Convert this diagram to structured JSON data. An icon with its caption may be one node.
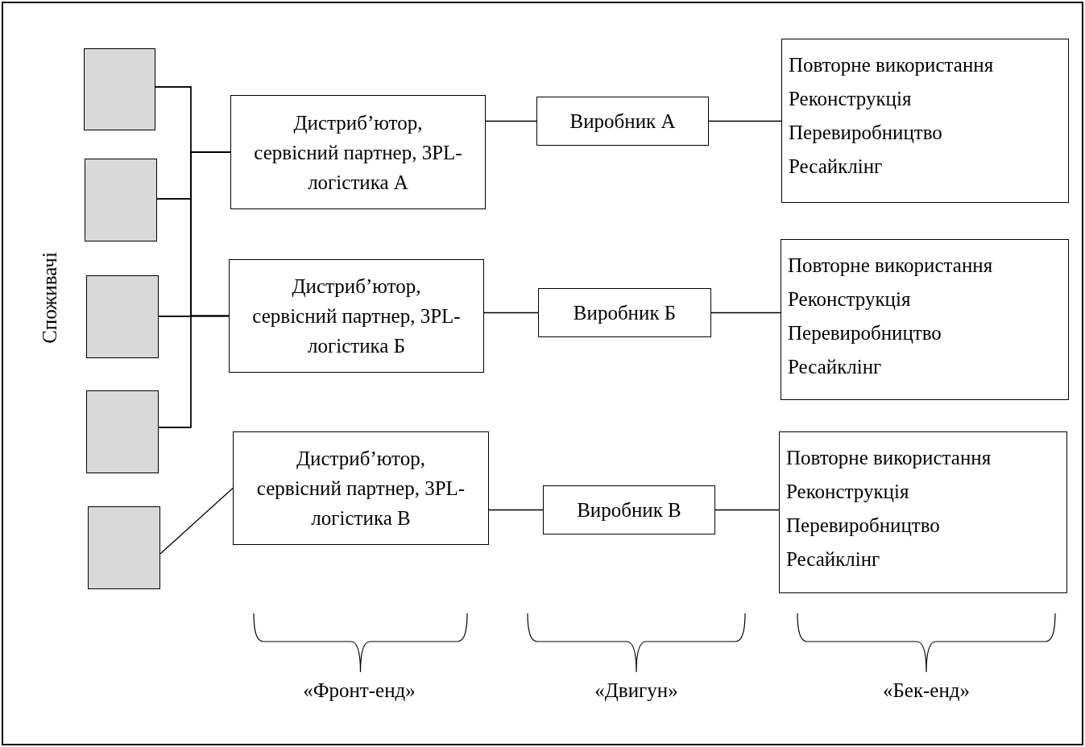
{
  "diagram": {
    "nodes": [
      {
        "text": [],
        "shape": "box"
      },
      {
        "text": [],
        "shape": "box"
      },
      {
        "text": [],
        "shape": "box"
      },
      {
        "text": [],
        "shape": "box"
      },
      {
        "text": [],
        "shape": "box"
      },
      {
        "text": [
          "Дистриб’ютор, сервісний партнер, 3PL-логістика А"
        ]
      },
      {
        "text": [
          "Виробник А"
        ]
      },
      {
        "text": [
          "Повторне використання",
          "Реконструкція",
          "Перевиробництво",
          "Ресайклінг"
        ]
      },
      {
        "text": [
          "Дистриб’ютор, сервісний партнер, 3PL-логістика Б"
        ]
      },
      {
        "text": [
          "Виробник Б"
        ]
      },
      {
        "text": [
          "Повторне використання",
          "Реконструкція",
          "Перевиробництво",
          "Ресайклінг"
        ]
      },
      {
        "text": [
          "Дистриб’ютор, сервісний партнер, 3PL-логістика В"
        ]
      },
      {
        "text": [
          "Виробник В"
        ]
      },
      {
        "text": [
          "Повторне використання",
          "Реконструкція",
          "Перевиробництво",
          "Ресайклінг"
        ]
      }
    ],
    "edges": [
      {
        "from": 0,
        "to": 5,
        "arrow": "none"
      },
      {
        "from": 1,
        "to": 5,
        "arrow": "none"
      },
      {
        "from": 2,
        "to": 5,
        "arrow": "none"
      },
      {
        "from": 3,
        "to": 5,
        "arrow": "none"
      },
      {
        "from": 0,
        "to": 8,
        "arrow": "none"
      },
      {
        "from": 1,
        "to": 8,
        "arrow": "none"
      },
      {
        "from": 2,
        "to": 8,
        "arrow": "none"
      },
      {
        "from": 3,
        "to": 8,
        "arrow": "none"
      },
      {
        "from": 4,
        "to": 11,
        "arrow": "none"
      },
      {
        "from": 5,
        "to": 6,
        "arrow": "none"
      },
      {
        "from": 6,
        "to": 7,
        "arrow": "none"
      },
      {
        "from": 8,
        "to": 9,
        "arrow": "none"
      },
      {
        "from": 9,
        "to": 10,
        "arrow": "none"
      },
      {
        "from": 11,
        "to": 12,
        "arrow": "none"
      },
      {
        "from": 12,
        "to": 13,
        "arrow": "none"
      }
    ],
    "labels": [
      "Споживачі",
      "«Фронт-енд»",
      "«Двигун»",
      "«Бек-енд»"
    ]
  }
}
